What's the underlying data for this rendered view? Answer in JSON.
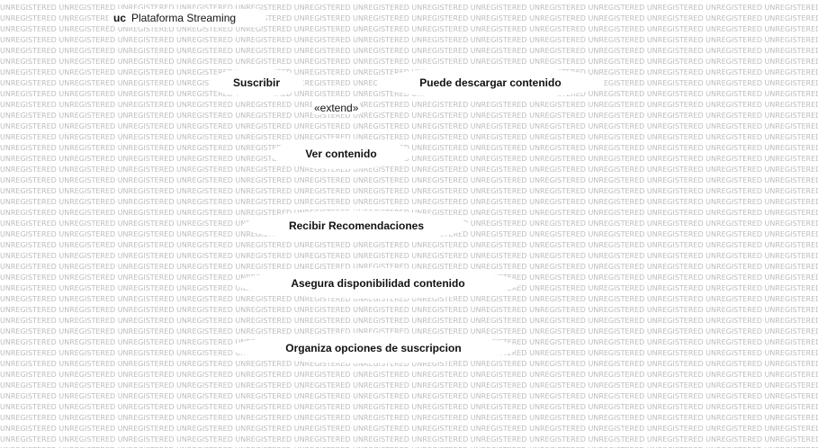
{
  "watermark": {
    "text": "UNREGISTERED"
  },
  "frame": {
    "keyword": "uc",
    "name": "Plataforma Streaming"
  },
  "use_cases": [
    {
      "id": "suscribir",
      "label": "Suscribir"
    },
    {
      "id": "descargar",
      "label": "Puede descargar contenido"
    },
    {
      "id": "ver",
      "label": "Ver contenido"
    },
    {
      "id": "recomendaciones",
      "label": "Recibir Recomendaciones"
    },
    {
      "id": "disponibilidad",
      "label": "Asegura disponibilidad contenido"
    },
    {
      "id": "suscripcion",
      "label": "Organiza opciones de suscripcion"
    }
  ],
  "relations": [
    {
      "label": "«extend»"
    }
  ]
}
